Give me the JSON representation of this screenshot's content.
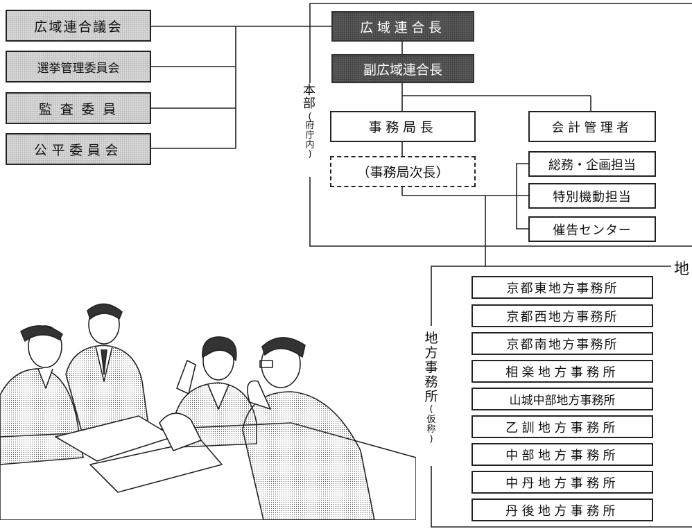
{
  "left_committees": [
    "広域連合議会",
    "選挙管理委員会",
    "監 査 委 員",
    "公平委員会"
  ],
  "chair": "広域連合長",
  "vice_chair": "副広域連合長",
  "secretary_general": "事務局長",
  "deputy_secretary_general": "（事務局次長）",
  "accountant": "会計管理者",
  "hq_units": [
    "総務・企画担当",
    "特別機動担当",
    "催告センター"
  ],
  "hq_label": {
    "main": "本部",
    "sub": "府庁内"
  },
  "regional_label": {
    "main": "地方事務所",
    "sub": "仮称",
    "edge": "地"
  },
  "regional_offices": [
    "京都東地方事務所",
    "京都西地方事務所",
    "京都南地方事務所",
    "相楽地方事務所",
    "山城中部地方事務所",
    "乙訓地方事務所",
    "中部地方事務所",
    "中丹地方事務所",
    "丹後地方事務所"
  ],
  "illustration": "business-meeting-illustration"
}
